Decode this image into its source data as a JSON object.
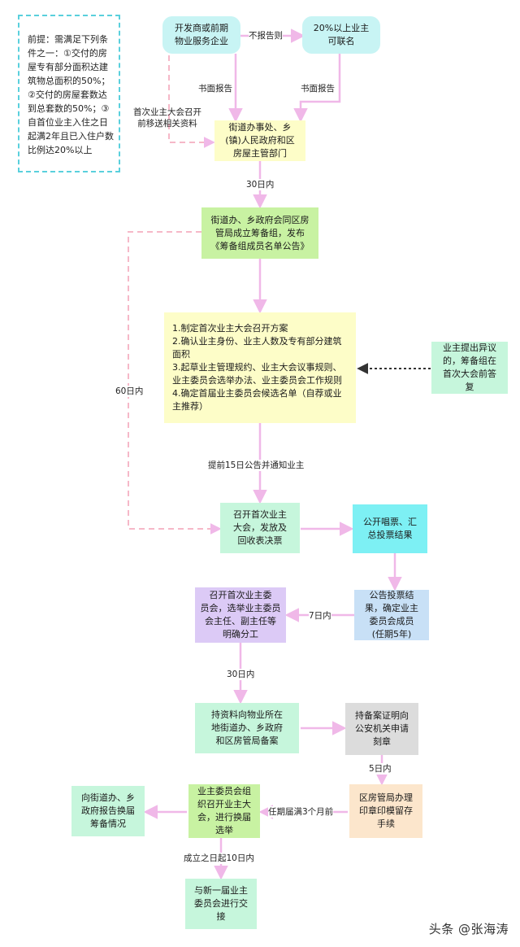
{
  "note": "前提：需满足下列条件之一：①交付的房屋专有部分面积达建筑物总面积的50%；②交付的房屋套数达到总套数的50%；③自首位业主入住之日起满2年且已入住户数比例达20%以上",
  "nodes": {
    "developer": "开发商或前期\n物业服务企业",
    "owners20": "20%以上业主\n可联名",
    "subdistrict": "街道办事处、乡\n(镇)人民政府和区\n房屋主管部门",
    "prep_group": "街道办、乡政府会同区房\n管局成立筹备组，发布\n《筹备组成员名单公告》",
    "tasks": "1.制定首次业主大会召开方案\n2.确认业主身份、业主人数及专有部分建筑\n面积\n3.起草业主管理规约、业主大会议事规则、\n业主委员会选举办法、业主委员会工作规则\n4.确定首届业主委员会候选名单（自荐或业\n主推荐）",
    "objection": "业主提出异议\n的，筹备组在\n首次大会前答\n复",
    "first_meeting": "召开首次业主\n大会，发放及\n回收表决票",
    "count_votes": "公开唱票、汇\n总投票结果",
    "announce": "公告投票结\n果，确定业主\n委员会成员\n(任期5年)",
    "committee_meeting": "召开首次业主委\n员会，选举业主委员\n会主任、副主任等\n明确分工",
    "filing": "持资料向物业所在\n地街道办、乡政府\n和区房管局备案",
    "police_seal": "持备案证明向\n公安机关申请\n刻章",
    "seal_filing": "区房管局办理\n印章印模留存\n手续",
    "reelection": "业主委员会组\n织召开业主大\n会，进行换届\n选举",
    "report": "向街道办、乡\n政府报告换届\n筹备情况",
    "handover": "与新一届业主\n委员会进行交\n接"
  },
  "labels": {
    "no_report": "不报告则",
    "written_report_left": "书面报告",
    "written_report_right": "书面报告",
    "send_docs": "首次业主大会召开\n前移送相关资料",
    "within30_a": "30日内",
    "within60": "60日内",
    "notice15": "提前15日公告并通知业主",
    "within7": "7日内",
    "within30_b": "30日内",
    "within5": "5日内",
    "term3months": "任期届满3个月前",
    "within10": "成立之日起10日内"
  },
  "watermark": "头条 @张海涛",
  "colors": {
    "arrow": "#f0b8e8",
    "dashed_arrow": "#f6b8c8",
    "cyan_light": "#c8f4f4",
    "yellow": "#fdfdc8",
    "green": "#c8f2a2",
    "mint": "#c6f6dc",
    "cyan": "#7df0f4",
    "blue": "#c8e0f6",
    "purple": "#dccaf6",
    "gray": "#dcdcdc",
    "peach": "#fce6cc",
    "note_border": "#5ad0dd"
  }
}
